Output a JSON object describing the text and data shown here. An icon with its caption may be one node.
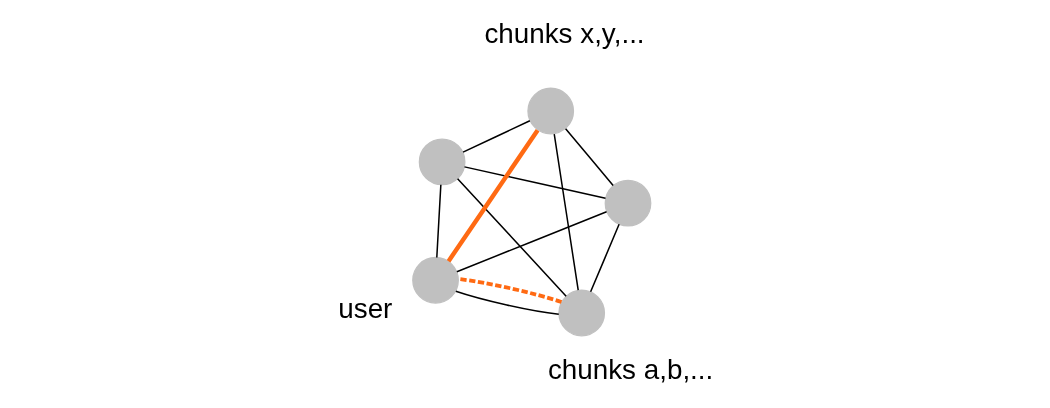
{
  "diagram": {
    "nodes": [
      {
        "text": [],
        "shape": "circle"
      },
      {
        "text": [],
        "shape": "circle",
        "beside": [
          "chunks a,b,..."
        ]
      },
      {
        "text": [],
        "shape": "circle",
        "beside": [
          "chunks x,y,..."
        ]
      },
      {
        "text": [],
        "shape": "circle",
        "beside": [
          "user"
        ]
      },
      {
        "text": [],
        "shape": "circle"
      }
    ],
    "edges": [
      {
        "from": 0,
        "to": 1,
        "arrow": "none"
      },
      {
        "from": 0,
        "to": 3,
        "arrow": "none"
      },
      {
        "from": 0,
        "to": 4,
        "arrow": "none"
      },
      {
        "from": 0,
        "to": 2,
        "arrow": "none"
      },
      {
        "from": 1,
        "to": 3,
        "arrow": "none"
      },
      {
        "from": 1,
        "to": 3,
        "arrow": "none",
        "style": "dashed",
        "color": "#ff6a13"
      },
      {
        "from": 1,
        "to": 2,
        "arrow": "none"
      },
      {
        "from": 1,
        "to": 4,
        "arrow": "none"
      },
      {
        "from": 3,
        "to": 2,
        "arrow": "none",
        "style": "thick",
        "color": "#ff6a13"
      },
      {
        "from": 2,
        "to": 4,
        "arrow": "none"
      },
      {
        "from": 3,
        "to": 4,
        "arrow": "none"
      }
    ]
  }
}
